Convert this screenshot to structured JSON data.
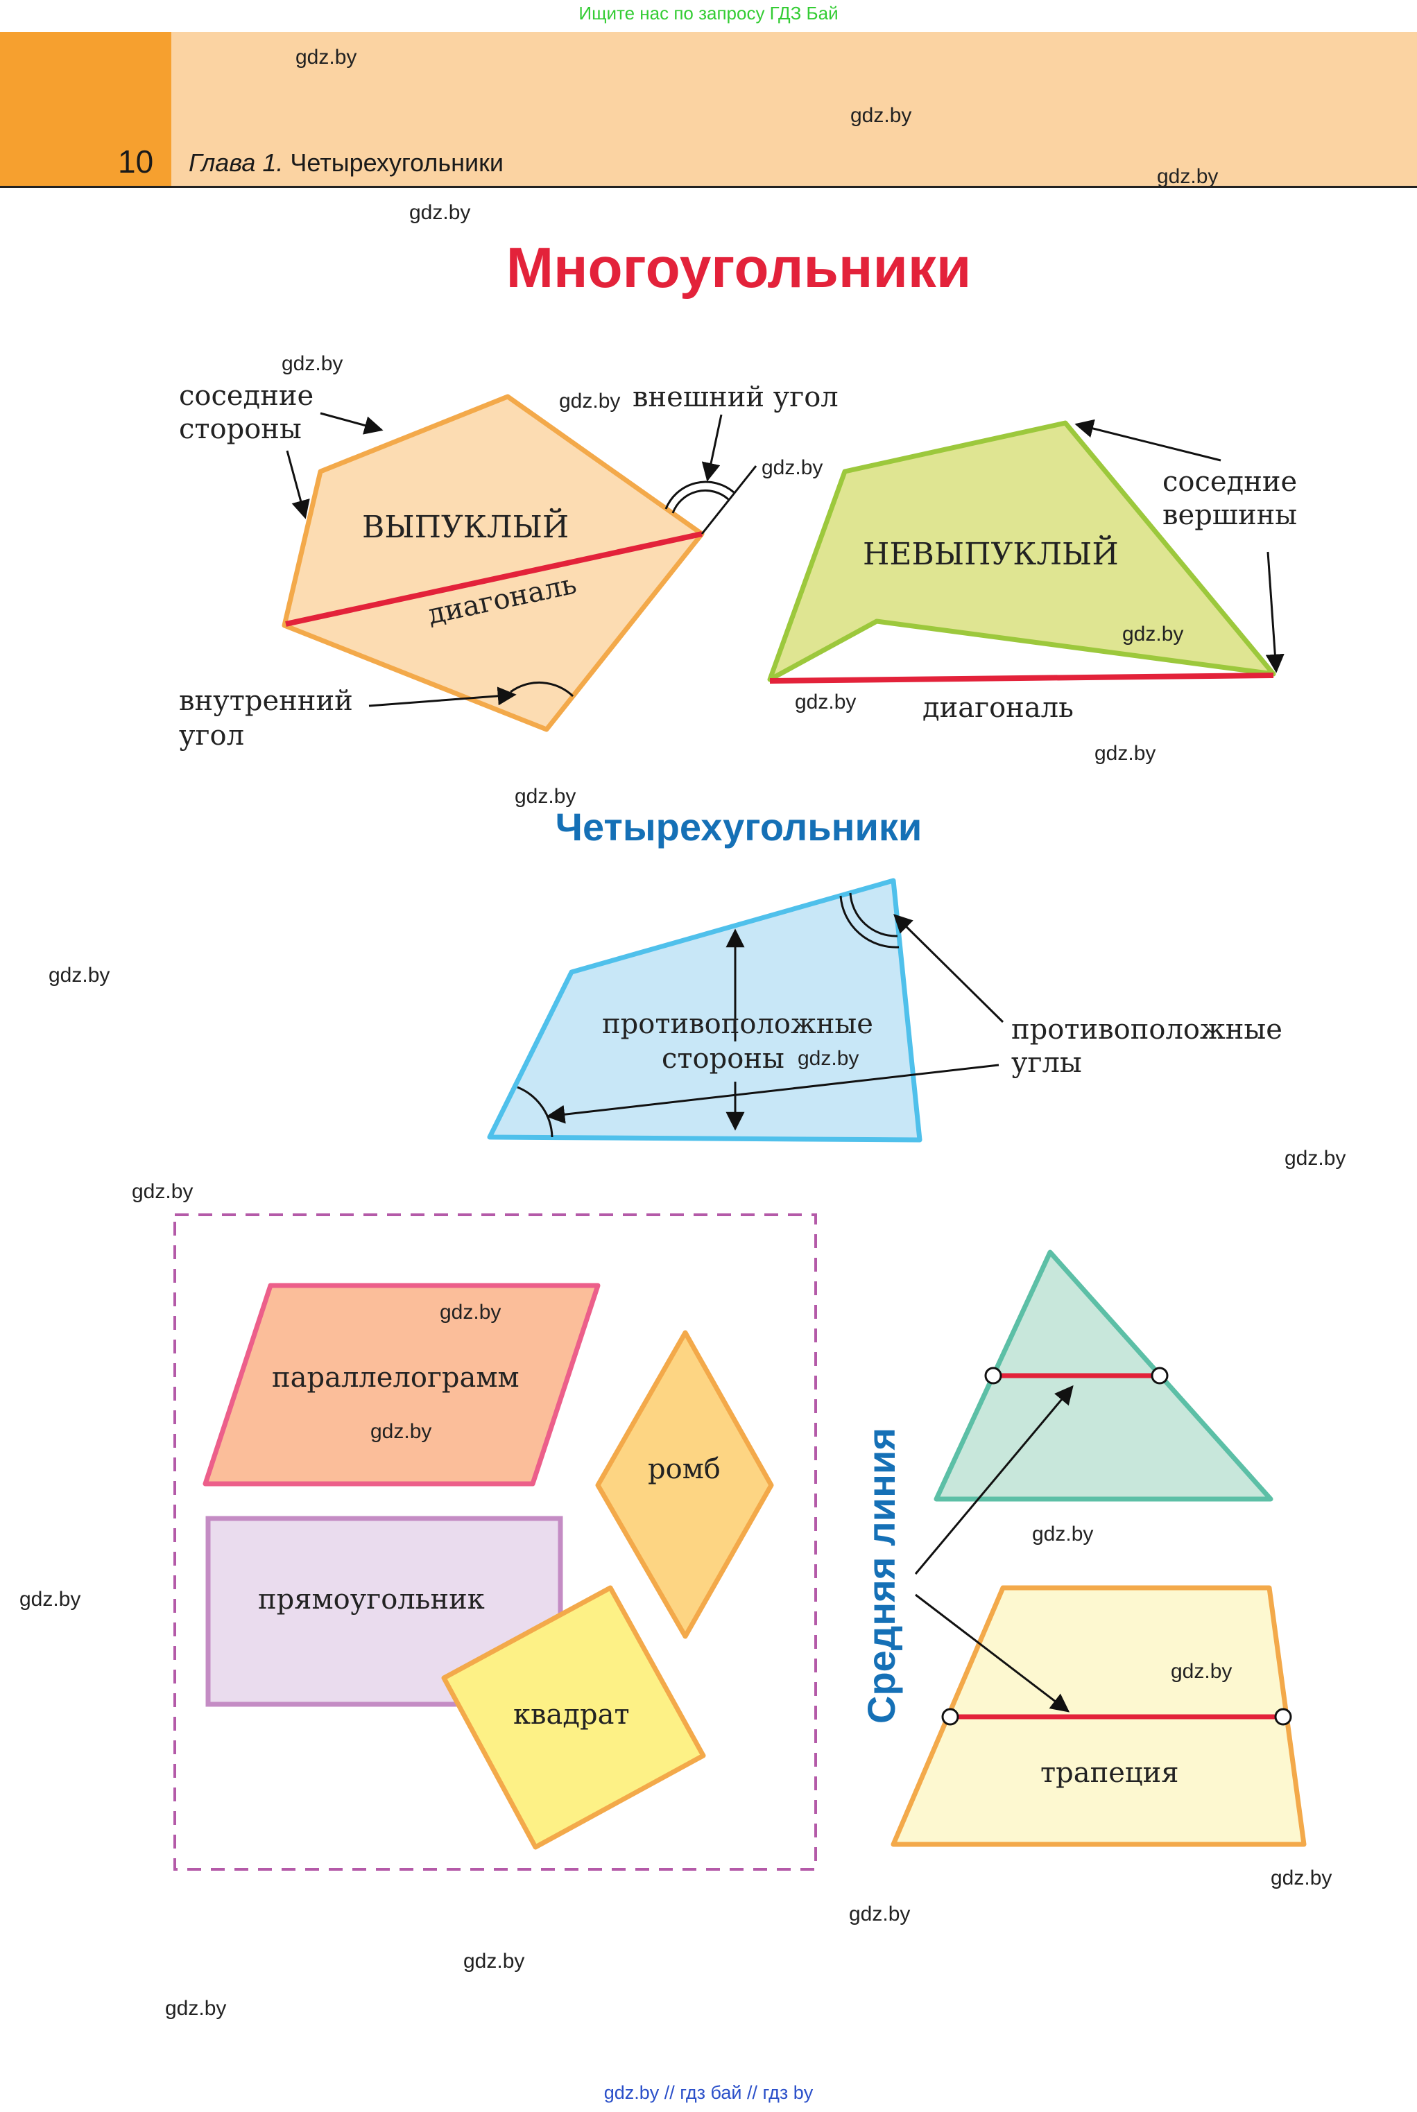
{
  "banner": "Ищите нас по запросу ГДЗ Бай",
  "header": {
    "page_number": "10",
    "chapter_prefix": "Глава 1.",
    "chapter_title": "Четырехугольники"
  },
  "watermark": "gdz.by",
  "section1": {
    "title": "Многоугольники",
    "convex": {
      "name": "ВЫПУКЛЫЙ",
      "diagonal": "диагональ",
      "adjacent_sides_1": "соседние",
      "adjacent_sides_2": "стороны",
      "exterior_angle": "внешний угол",
      "interior_angle_1": "внутренний",
      "interior_angle_2": "угол"
    },
    "nonconvex": {
      "name": "НЕВЫПУКЛЫЙ",
      "diagonal": "диагональ",
      "adjacent_vertices_1": "соседние",
      "adjacent_vertices_2": "вершины"
    }
  },
  "section2": {
    "title": "Четырехугольники",
    "opposite_sides_1": "противоположные",
    "opposite_sides_2": "стороны",
    "opposite_angles_1": "противоположные",
    "opposite_angles_2": "углы"
  },
  "section3": {
    "parallelogram": "параллелограмм",
    "rhombus": "ромб",
    "rectangle": "прямоугольник",
    "square": "квадрат",
    "midline": "Средняя линия",
    "trapezoid": "трапеция"
  },
  "footer": "gdz.by  //  гдз бай  //  гдз by",
  "colors": {
    "header_orange": "#f6a02f",
    "header_peach": "#fbd3a2",
    "title_red": "#e3223a",
    "title_blue": "#1570b6"
  }
}
